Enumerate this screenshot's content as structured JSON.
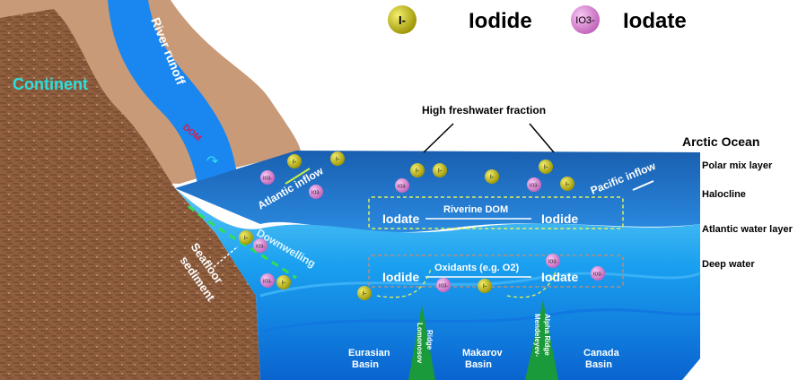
{
  "legend": {
    "iodide_symbol": "I-",
    "iodide_label": "Iodide",
    "iodate_symbol": "IO3-",
    "iodate_label": "Iodate"
  },
  "labels": {
    "continent": "Continent",
    "river_runoff": "River runoff",
    "dom": "DOM",
    "high_freshwater": "High freshwater fraction",
    "arctic_ocean": "Arctic Ocean",
    "atlantic_inflow": "Atlantic inflow",
    "pacific_inflow": "Pacific inflow",
    "downwelling": "Downwelling",
    "seafloor": "Seafloor",
    "sediment": "sediment"
  },
  "layers": [
    "Polar mix layer",
    "Halocline",
    "Atlantic water layer",
    "Deep water"
  ],
  "process_upper": {
    "from": "Iodate",
    "agent": "Riverine DOM",
    "to": "Iodide"
  },
  "process_lower": {
    "from": "Iodide",
    "agent": "Oxidants (e.g. O2)",
    "to": "Iodate"
  },
  "basins": {
    "eurasian": [
      "Eurasian",
      "Basin"
    ],
    "lomonosov": [
      "Lomonosov",
      "Ridge"
    ],
    "makarov": [
      "Makarov",
      "Basin"
    ],
    "mendeleyev": [
      "Mendeleyev-",
      "Alpha Ridge"
    ],
    "canada": [
      "Canada",
      "Basin"
    ]
  },
  "colors": {
    "iodide": "#c8c010",
    "iodate": "#e080d8",
    "land": "#8a5a3a",
    "ocean": "#1a8fe8"
  }
}
